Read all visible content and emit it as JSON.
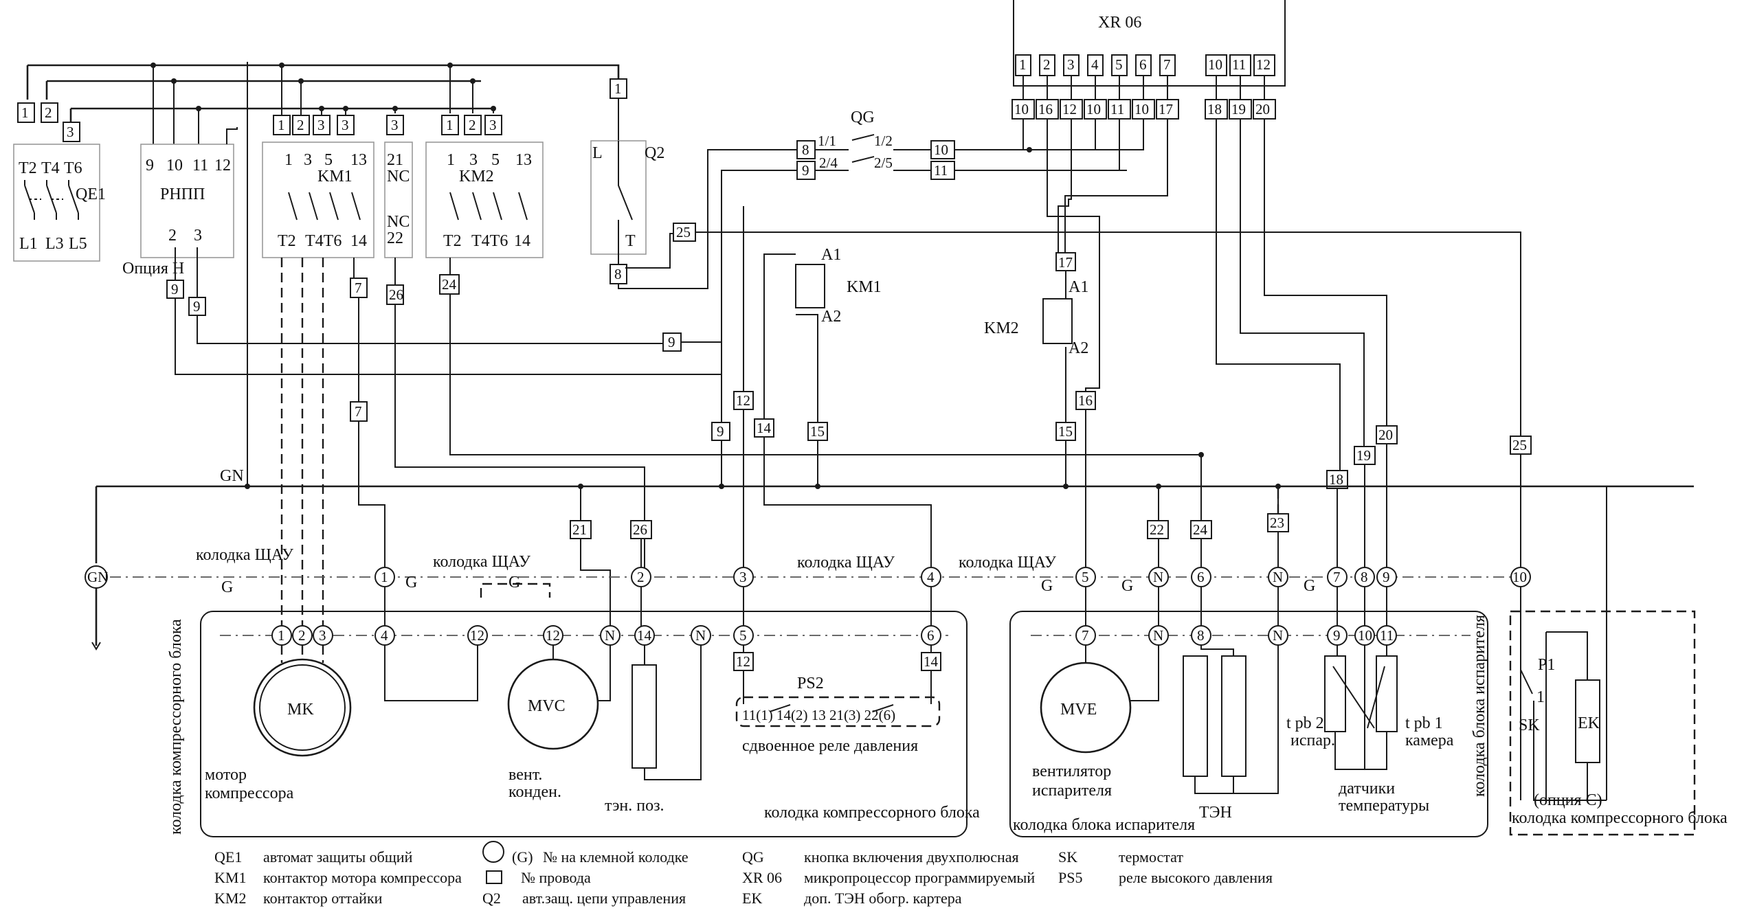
{
  "title": "XR 06",
  "devices": {
    "qe1": {
      "name": "QE1",
      "top": [
        "T2",
        "T4",
        "T6"
      ],
      "bottom": [
        "L1",
        "L3",
        "L5"
      ],
      "wires": [
        "1",
        "2",
        "3"
      ]
    },
    "rnpp": {
      "name": "РНПП",
      "top": [
        "9",
        "10",
        "11",
        "12"
      ],
      "bottom": [
        "2",
        "3"
      ],
      "option": "Опция Н",
      "wires": [
        "9",
        "9"
      ]
    },
    "km1": {
      "name": "KM1",
      "top": [
        "1",
        "3",
        "5",
        "13"
      ],
      "bottom": [
        "T2",
        "T4T6",
        "14"
      ],
      "wires": [
        "1",
        "2",
        "3",
        "3"
      ],
      "out": "7"
    },
    "nc": {
      "top": "21",
      "a": "NC",
      "b": "NC",
      "bottom": "22",
      "wire": "3",
      "out": "26"
    },
    "km2": {
      "name": "KM2",
      "top": [
        "1",
        "3",
        "5",
        "13"
      ],
      "bottom": [
        "T2",
        "T4T6",
        "14"
      ],
      "wires": [
        "1",
        "2",
        "3"
      ],
      "out": "24"
    },
    "q2": {
      "name": "Q2",
      "l": "L",
      "t": "T",
      "wire_top": "1",
      "wire_bottom": "8",
      "wire_25": "25"
    },
    "qg": {
      "name": "QG",
      "c1": "1/1",
      "c2": "1/2",
      "c3": "2/4",
      "c4": "2/5",
      "in1": "8",
      "in2": "9",
      "out1": "10",
      "out2": "11"
    },
    "coil_km1": {
      "name": "KM1",
      "a1": "A1",
      "a2": "A2"
    },
    "coil_km2": {
      "name": "KM2",
      "a1": "A1",
      "a2": "A2",
      "in": "17"
    },
    "xr06": {
      "name": "XR 06",
      "terminals": [
        "1",
        "2",
        "3",
        "4",
        "5",
        "6",
        "7",
        "10",
        "11",
        "12"
      ],
      "wires": [
        "10",
        "16",
        "12",
        "10",
        "11",
        "10",
        "17",
        "18",
        "19",
        "20"
      ]
    }
  },
  "wire_labels": {
    "w9a": "9",
    "w7b": "7",
    "w12": "12",
    "w14": "14",
    "w15a": "15",
    "w15b": "15",
    "w16": "16",
    "w9b": "9",
    "w21": "21",
    "w26": "26",
    "w22": "22",
    "w24": "24",
    "w23": "23",
    "w18": "18",
    "w19": "19",
    "w20": "20",
    "w25": "25"
  },
  "gn": "GN",
  "terminal_row_upper": {
    "label1": "колодка ЩАУ",
    "label2": "колодка ЩАУ",
    "label3": "колодка ЩАУ",
    "label4": "колодка ЩАУ",
    "g": "G",
    "nodes": [
      "1",
      "G",
      "2",
      "3",
      "4",
      "5",
      "N",
      "6",
      "N",
      "7",
      "8",
      "9",
      "10"
    ]
  },
  "compressor_block": {
    "side_label": "колодка компрессорного блока",
    "bottom_label": "колодка компрессорного блока",
    "nodes": [
      "1",
      "2",
      "3",
      "4",
      "12",
      "12",
      "N",
      "14",
      "N",
      "5",
      "6"
    ],
    "mk": "MK",
    "mk_label1": "мотор",
    "mk_label2": "компрессора",
    "mvc": "MVC",
    "mvc_label1": "вент.",
    "mvc_label2": "конден.",
    "heater_label": "тэн. поз.",
    "ps2": "PS2",
    "ps2_contacts": "11(1)  14(2)  13  21(3)  22(6)",
    "ps2_label": "сдвоенное реле давления",
    "w12": "12",
    "w14": "14"
  },
  "evaporator_block": {
    "side_label": "колодка блока испарителя",
    "bottom_label": "колодка блока испарителя",
    "nodes": [
      "7",
      "N",
      "8",
      "N",
      "9",
      "10",
      "11"
    ],
    "mve": "MVE",
    "mve_label1": "вентилятор",
    "mve_label2": "испарителя",
    "ten": "ТЭН",
    "tpb2_1": "t pb 2",
    "tpb2_2": "испар.",
    "tpb1_1": "t pb 1",
    "tpb1_2": "камера",
    "sensors1": "датчики",
    "sensors2": "температуры"
  },
  "option_c": {
    "p1": "P1",
    "one": "1",
    "sk": "SK",
    "ek": "EK",
    "label1": "(опция С)",
    "label2": "колодка компрессорного блока"
  },
  "legend": [
    {
      "code": "QE1",
      "desc": "автомат защиты общий"
    },
    {
      "code": "KM1",
      "desc": "контактор мотора компрессора"
    },
    {
      "code": "KM2",
      "desc": "контактор оттайки"
    },
    {
      "code": "(G)",
      "desc": "№ на клемной колодке"
    },
    {
      "code": "",
      "desc": "№ провода"
    },
    {
      "code": "Q2",
      "desc": "авт.защ. цепи управления"
    },
    {
      "code": "QG",
      "desc": "кнопка включения двухполюсная"
    },
    {
      "code": "XR 06",
      "desc": "микропроцессор программируемый"
    },
    {
      "code": "EK",
      "desc": "доп. ТЭН обогр. картера"
    },
    {
      "code": "SK",
      "desc": "термостат"
    },
    {
      "code": "PS5",
      "desc": "реле высокого давления"
    }
  ]
}
